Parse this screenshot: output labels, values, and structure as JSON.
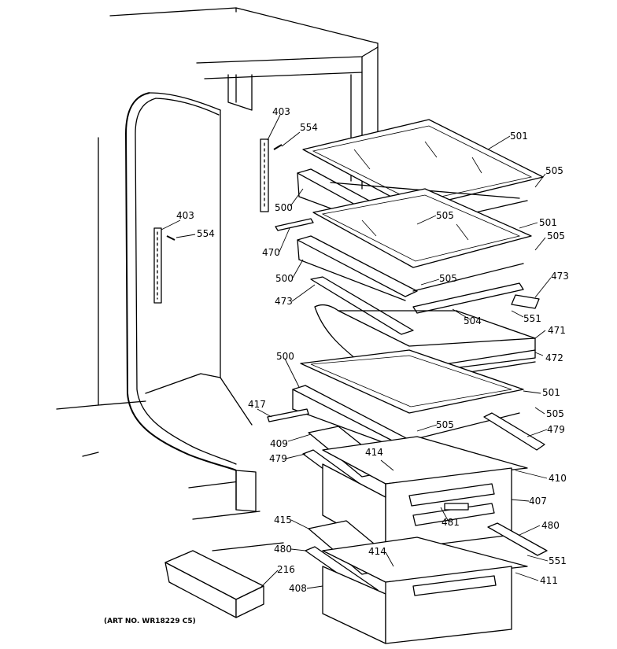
{
  "caption": "(ART NO. WR18229 C5)",
  "callouts": {
    "c403a": "403",
    "c554a": "554",
    "c403b": "403",
    "c554b": "554",
    "c501a": "501",
    "c505a": "505",
    "c500a": "500",
    "c505b": "505",
    "c501b": "501",
    "c505c": "505",
    "c470": "470",
    "c500b": "500",
    "c505d": "505",
    "c473a": "473",
    "c473b": "473",
    "c504": "504",
    "c551a": "551",
    "c471": "471",
    "c472": "472",
    "c500c": "500",
    "c501c": "501",
    "c417": "417",
    "c505e": "505",
    "c505f": "505",
    "c409": "409",
    "c479a": "479",
    "c479b": "479",
    "c414a": "414",
    "c410": "410",
    "c407": "407",
    "c481": "481",
    "c415": "415",
    "c480a": "480",
    "c480b": "480",
    "c414b": "414",
    "c551b": "551",
    "c216": "216",
    "c411": "411",
    "c408": "408"
  }
}
